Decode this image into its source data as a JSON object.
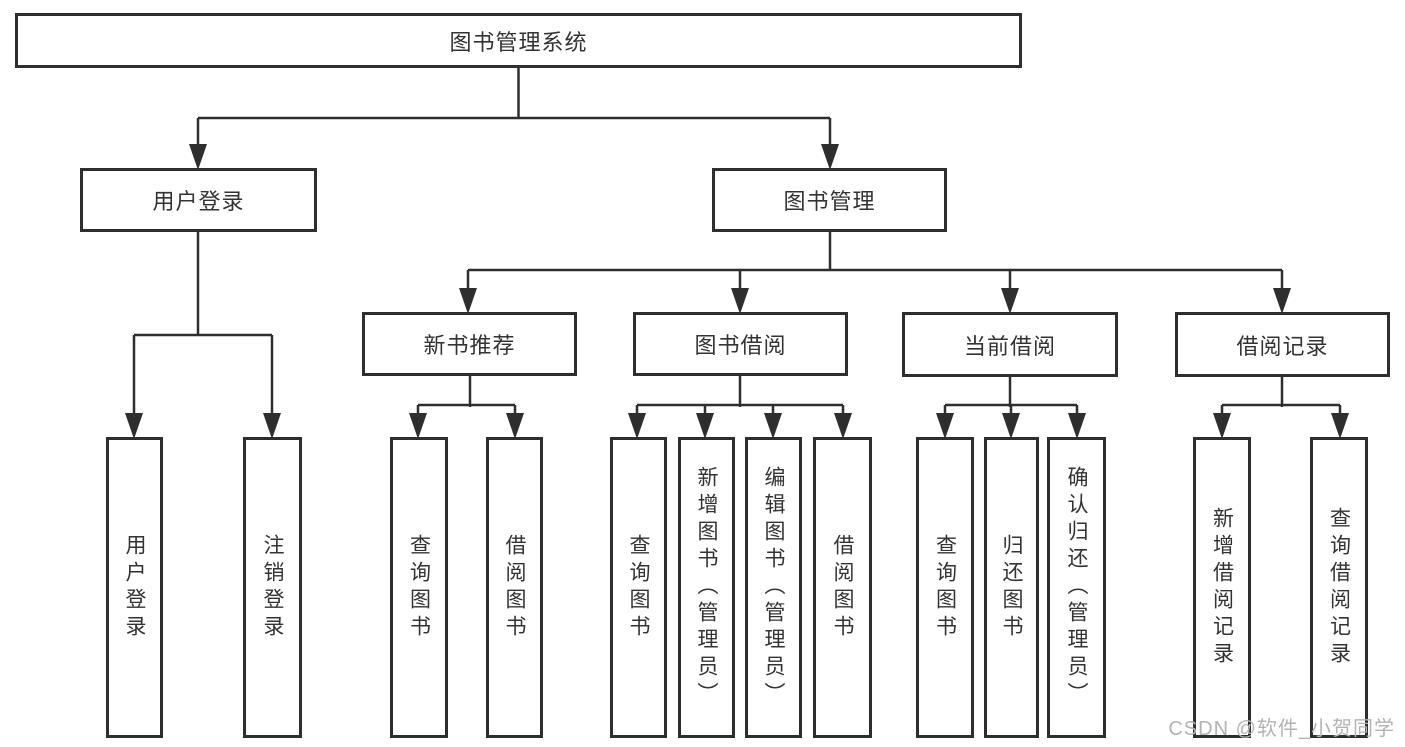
{
  "diagram": {
    "type": "hierarchy",
    "title": "图书管理系统"
  },
  "nodes": {
    "root": {
      "label": "图书管理系统"
    },
    "user_login": {
      "label": "用户登录"
    },
    "book_mgmt": {
      "label": "图书管理"
    },
    "new_book_rec": {
      "label": "新书推荐"
    },
    "book_borrow": {
      "label": "图书借阅"
    },
    "current_borrow": {
      "label": "当前借阅"
    },
    "borrow_records": {
      "label": "借阅记录"
    },
    "leaf_user_login": {
      "label": "用户登录"
    },
    "leaf_logout": {
      "label": "注销登录"
    },
    "leaf_query_book_1": {
      "label": "查询图书"
    },
    "leaf_borrow_book_1": {
      "label": "借阅图书"
    },
    "leaf_query_book_2": {
      "label": "查询图书"
    },
    "leaf_add_book": {
      "label": "新增图书（管理员）"
    },
    "leaf_edit_book": {
      "label": "编辑图书（管理员）"
    },
    "leaf_borrow_book_2": {
      "label": "借阅图书"
    },
    "leaf_query_book_3": {
      "label": "查询图书"
    },
    "leaf_return_book": {
      "label": "归还图书"
    },
    "leaf_confirm_return": {
      "label": "确认归还（管理员）"
    },
    "leaf_add_borrow_record": {
      "label": "新增借阅记录"
    },
    "leaf_query_borrow_record": {
      "label": "查询借阅记录"
    }
  },
  "structure": {
    "图书管理系统": {
      "用户登录": [
        "用户登录",
        "注销登录"
      ],
      "图书管理": {
        "新书推荐": [
          "查询图书",
          "借阅图书"
        ],
        "图书借阅": [
          "查询图书",
          "新增图书（管理员）",
          "编辑图书（管理员）",
          "借阅图书"
        ],
        "当前借阅": [
          "查询图书",
          "归还图书",
          "确认归还（管理员）"
        ],
        "借阅记录": [
          "新增借阅记录",
          "查询借阅记录"
        ]
      }
    }
  },
  "watermark": {
    "text": "CSDN @软件_小贺同学"
  },
  "colors": {
    "line": "#2e2e2e",
    "box_border": "#2e2e2e",
    "text": "#333333",
    "background": "#ffffff",
    "watermark": "#b3b3b3"
  }
}
